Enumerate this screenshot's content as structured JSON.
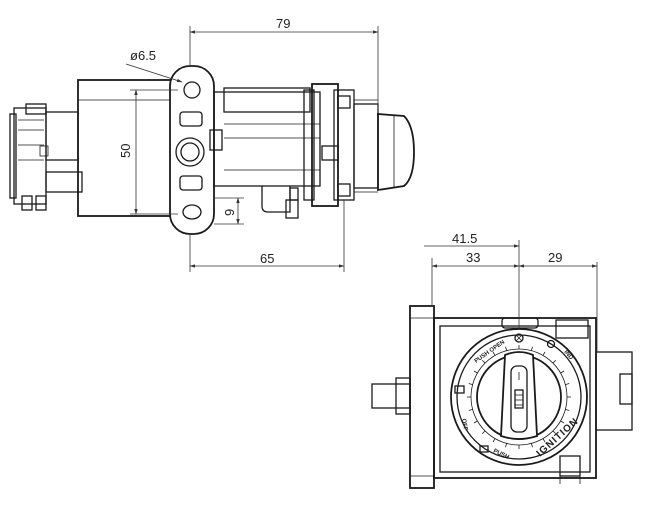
{
  "dimensions": {
    "width_79": "79",
    "hole_dia": "ø6.5",
    "height_50": "50",
    "gap_9": "9",
    "length_65": "65",
    "width_41_5": "41.5",
    "width_33": "33",
    "width_29": "29"
  },
  "dial_labels": {
    "ignition": "IGNITION",
    "push_open": "PUSH OPEN",
    "push": "PUSH",
    "off": "OFF",
    "ind": "IND"
  }
}
